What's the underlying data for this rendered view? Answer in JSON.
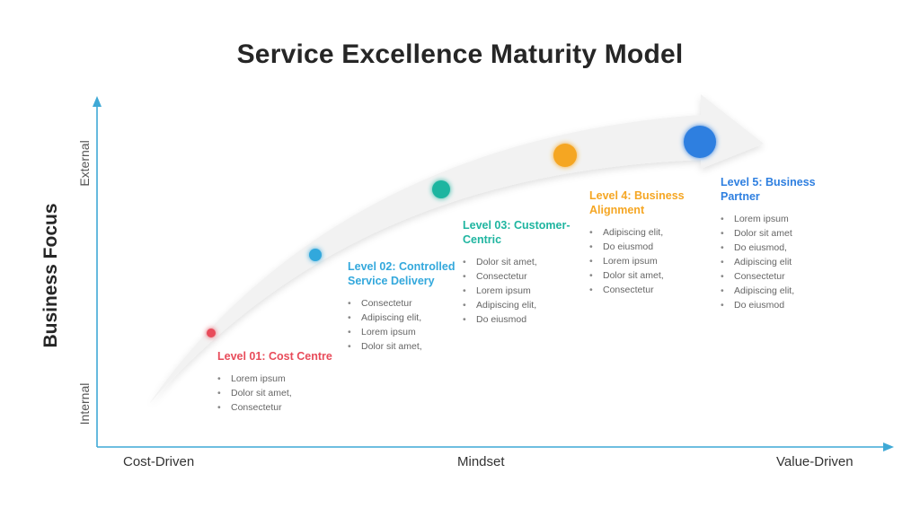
{
  "title": "Service Excellence Maturity Model",
  "y_axis": {
    "title": "Business Focus",
    "low_label": "Internal",
    "high_label": "External"
  },
  "x_axis": {
    "left_label": "Cost-Driven",
    "mid_label": "Mindset",
    "right_label": "Value-Driven"
  },
  "colors": {
    "axis": "#3fa9d6",
    "arrow": "#f2f2f2",
    "text_dark": "#262626"
  },
  "levels": [
    {
      "title": "Level 01: Cost Centre",
      "color": "#e84b5a",
      "items": [
        "Lorem ipsum",
        "Dolor sit amet,",
        "Consectetur"
      ]
    },
    {
      "title": "Level 02: Controlled Service Delivery",
      "color": "#33a8dc",
      "items": [
        "Consectetur",
        "Adipiscing elit,",
        "Lorem ipsum",
        "Dolor sit amet,"
      ]
    },
    {
      "title": "Level 03: Customer-Centric",
      "color": "#1fb5a0",
      "items": [
        "Dolor sit amet,",
        "Consectetur",
        "Lorem ipsum",
        "Adipiscing elit,",
        "Do eiusmod"
      ]
    },
    {
      "title": "Level 4: Business Alignment",
      "color": "#f5a623",
      "items": [
        "Adipiscing elit,",
        "Do eiusmod",
        "Lorem ipsum",
        "Dolor sit amet,",
        "Consectetur"
      ]
    },
    {
      "title": "Level 5: Business Partner",
      "color": "#2e7fe0",
      "items": [
        "Lorem ipsum",
        "Dolor sit amet",
        "Do eiusmod,",
        "Adipiscing elit",
        "Consectetur",
        "Adipiscing elit,",
        "Do eiusmod"
      ]
    }
  ]
}
